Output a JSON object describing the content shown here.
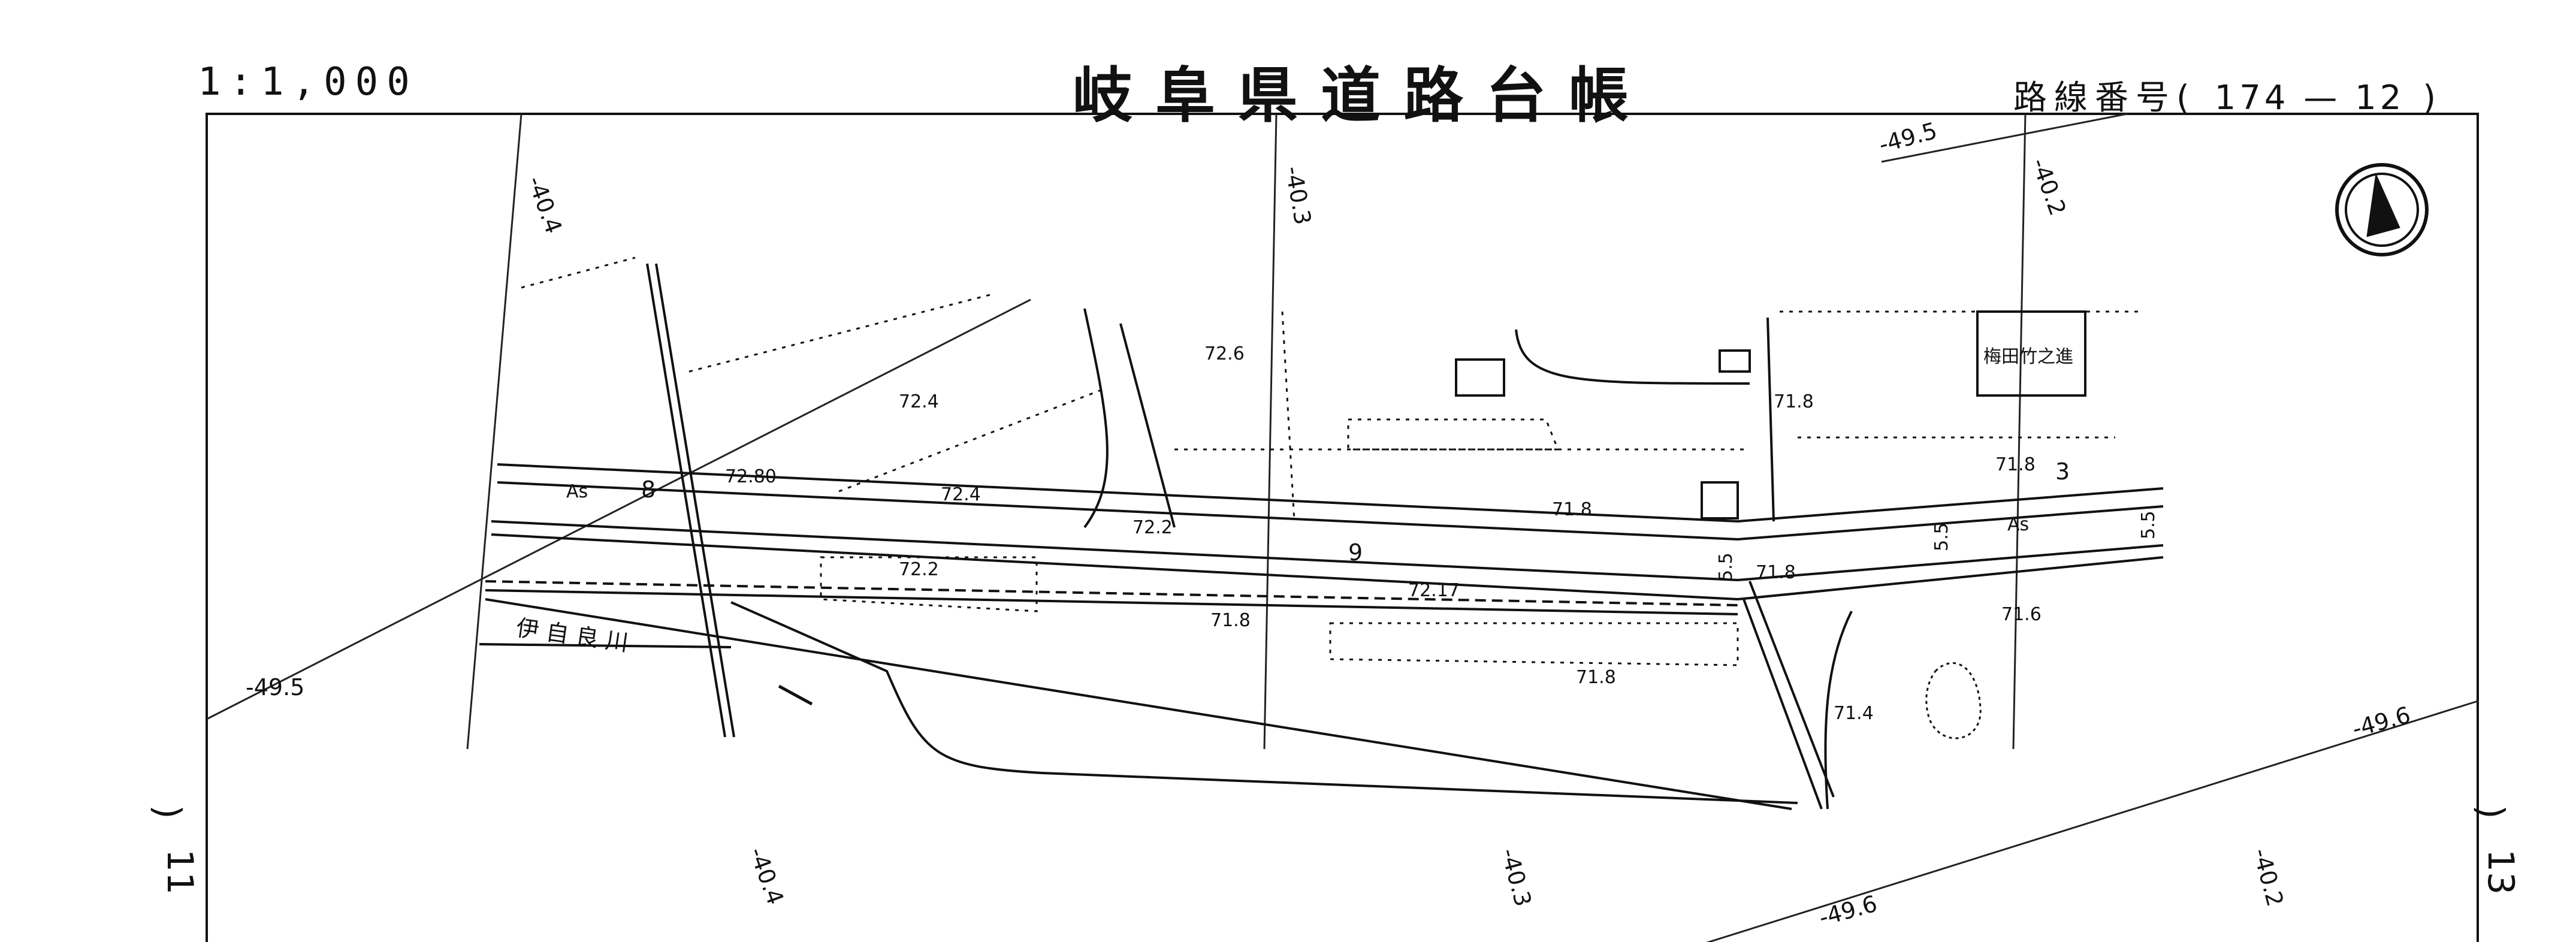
{
  "header": {
    "scale": "1:1,000",
    "title": "岐阜県道路台帳",
    "route_prefix": "路線番号(",
    "route_number": "174 — 12",
    "route_suffix": ")"
  },
  "margins": {
    "left_sheet": "11",
    "right_sheet": "13",
    "left_paren": ")",
    "right_paren": ")"
  },
  "grid_labels": {
    "top_40_4": "-40.4",
    "top_40_3": "-40.3",
    "top_40_2": "-40.2",
    "top_49_5": "-49.5",
    "left_49_5": "-49.5",
    "right_49_6": "-49.6",
    "bottom_40_4": "-40.4",
    "bottom_40_3": "-40.3",
    "bottom_40_2": "-40.2",
    "bottom_49_6": "-49.6"
  },
  "elevations": {
    "e72_6": "72.6",
    "e72_4a": "72.4",
    "e72_4b": "72.4",
    "e72_80": "72.80",
    "e72_2a": "72.2",
    "e72_2b": "72.2",
    "e72_17": "72.17",
    "e71_8a": "71.8",
    "e71_8b": "71.8",
    "e71_8c": "71.8",
    "e71_8d": "71.8",
    "e71_8e": "71.8",
    "e71_8f": "71.8",
    "e71_6": "71.6",
    "e71_4": "71.4"
  },
  "map_labels": {
    "river": "伊 自 良 川",
    "building_owner": "梅田竹之進",
    "surface_left": "As",
    "surface_right": "As",
    "station_8": "8",
    "station_9": "9",
    "station_3": "3",
    "width_a": "5.5",
    "width_b": "5.5",
    "width_c": "5.5"
  }
}
